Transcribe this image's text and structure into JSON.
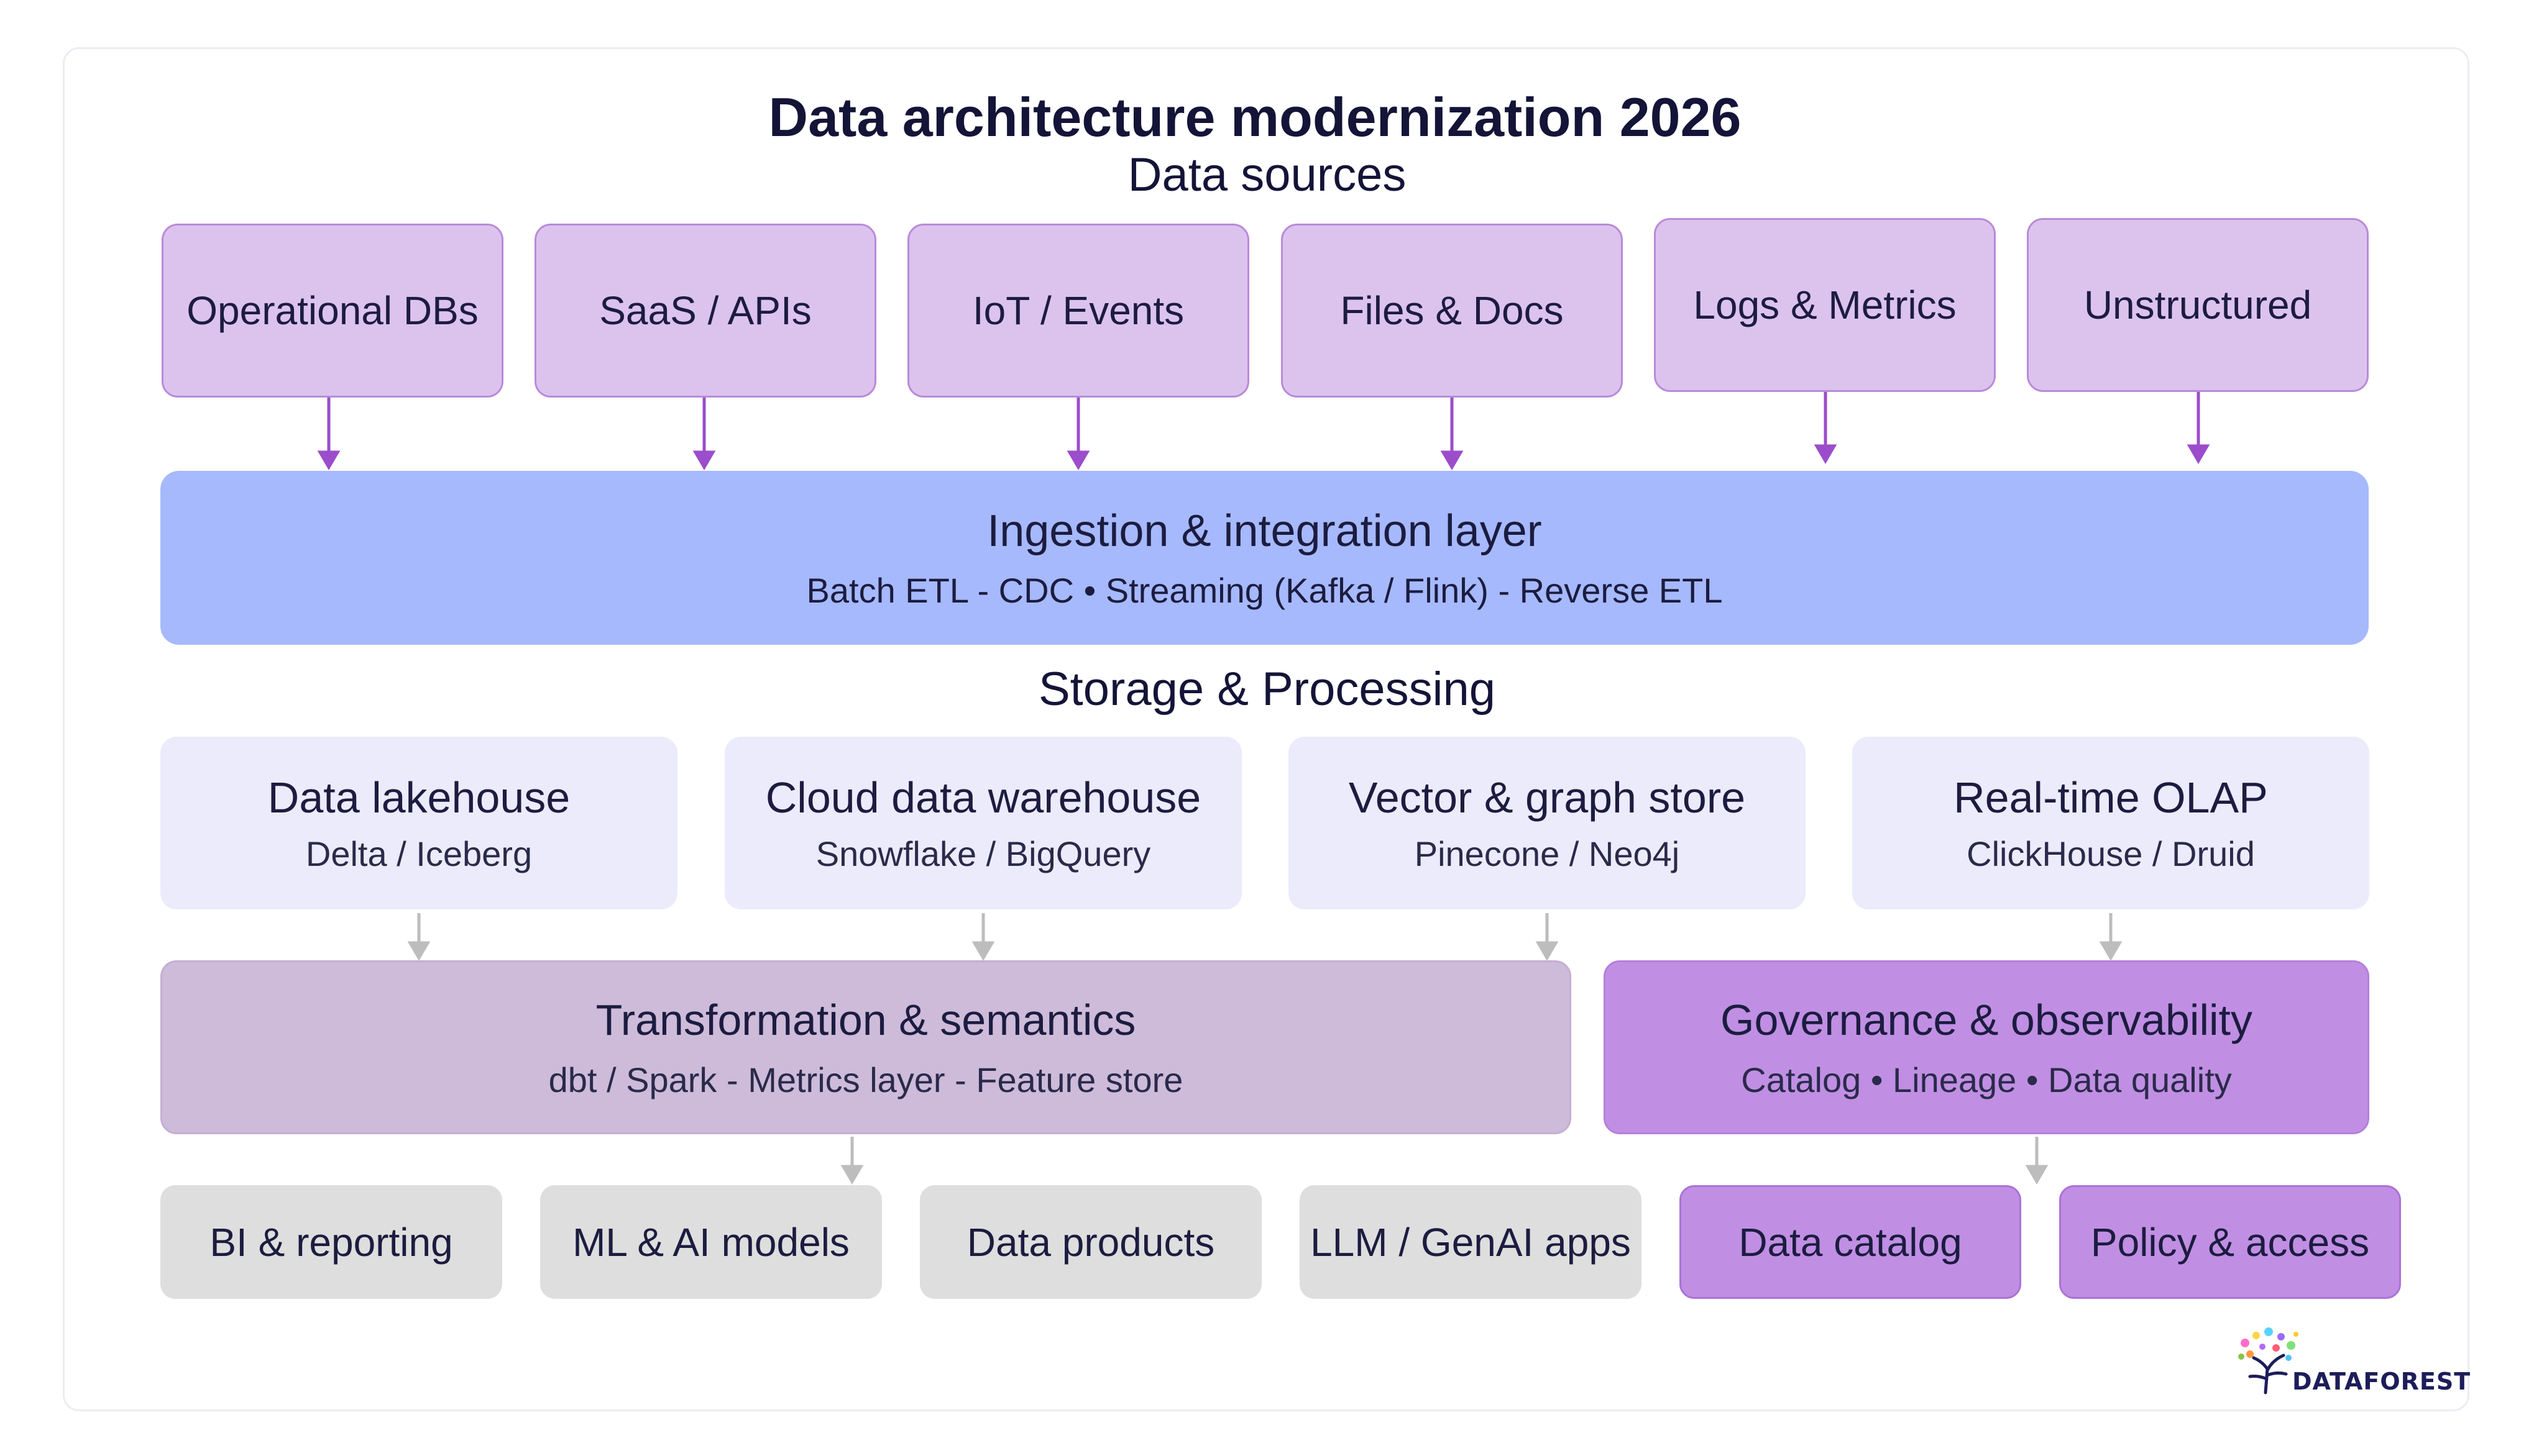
{
  "title": "Data architecture modernization 2026",
  "sections": {
    "sources_label": "Data sources",
    "storage_label": "Storage & Processing"
  },
  "sources": [
    {
      "label": "Operational DBs"
    },
    {
      "label": "SaaS / APIs"
    },
    {
      "label": "IoT / Events"
    },
    {
      "label": "Files & Docs"
    },
    {
      "label": "Logs & Metrics"
    },
    {
      "label": "Unstructured"
    }
  ],
  "ingestion": {
    "title": "Ingestion & integration layer",
    "subtitle": "Batch ETL - CDC • Streaming (Kafka / Flink) - Reverse ETL"
  },
  "storage": [
    {
      "title": "Data lakehouse",
      "subtitle": "Delta / Iceberg"
    },
    {
      "title": "Cloud data warehouse",
      "subtitle": "Snowflake / BigQuery"
    },
    {
      "title": "Vector & graph store",
      "subtitle": "Pinecone / Neo4j"
    },
    {
      "title": "Real-time OLAP",
      "subtitle": "ClickHouse / Druid"
    }
  ],
  "transformation": {
    "title": "Transformation & semantics",
    "subtitle": "dbt / Spark - Metrics layer - Feature store"
  },
  "governance": {
    "title": "Governance & observability",
    "subtitle": "Catalog • Lineage • Data quality"
  },
  "outputs": [
    {
      "label": "BI & reporting"
    },
    {
      "label": "ML & AI models"
    },
    {
      "label": "Data products"
    },
    {
      "label": "LLM / GenAI apps"
    }
  ],
  "governance_outputs": [
    {
      "label": "Data catalog"
    },
    {
      "label": "Policy & access"
    }
  ],
  "logo": {
    "text": "DATAFOREST",
    "icon": "tree-logo-icon"
  },
  "colors": {
    "source_fill": "#dcc3ed",
    "source_arrow": "#9b4dcb",
    "ingestion_fill": "#a6b9fc",
    "storage_fill": "#ecebfb",
    "transformation_fill": "#cdbbd9",
    "governance_fill": "#c08fe3",
    "output_fill": "#dedede",
    "gray_arrow": "#bdbdbd"
  }
}
